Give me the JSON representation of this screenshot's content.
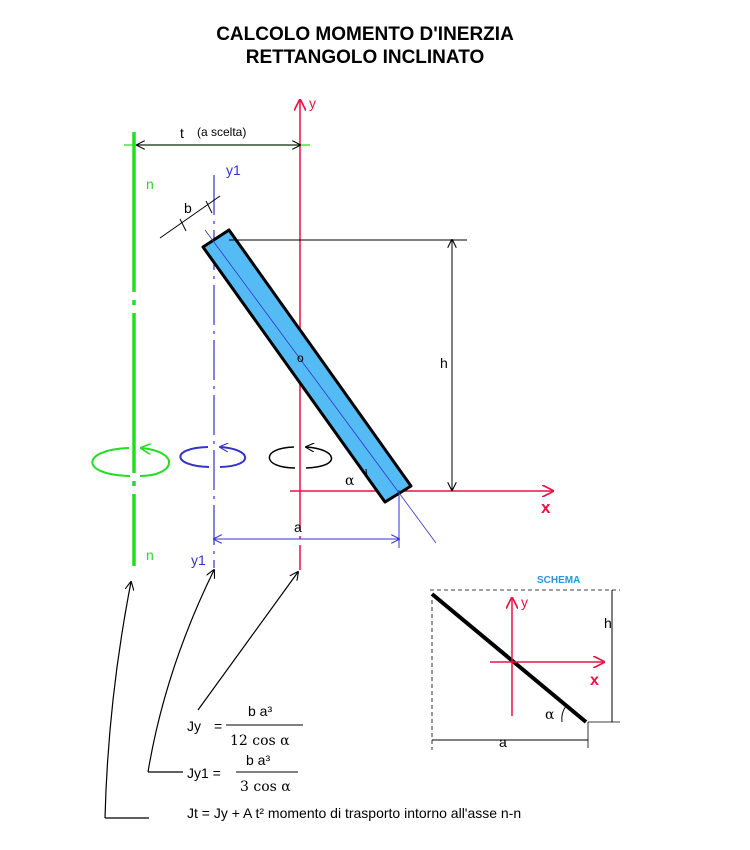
{
  "title": {
    "line1": "CALCOLO MOMENTO D'INERZIA",
    "line2": "RETTANGOLO INCLINATO"
  },
  "labels": {
    "t": "t",
    "t_note": "(a scelta)",
    "y": "y",
    "x": "x",
    "y1_top": "y1",
    "y1_bottom": "y1",
    "n_top": "n",
    "n_bottom": "n",
    "b": "b",
    "h": "h",
    "a": "a",
    "alpha": "α",
    "centroid": "o"
  },
  "formulas": {
    "jy_lhs": "Jy",
    "jy_eq": "=",
    "jy_num": "b a³",
    "jy_den": "12  cos α",
    "jy1_lhs": "Jy1 =",
    "jy1_num": "b a³",
    "jy1_den": "3 cos α",
    "jt": "Jt = Jy + A t²   momento di trasporto intorno all'asse n-n"
  },
  "schema": {
    "title": "SCHEMA",
    "y": "y",
    "x": "x",
    "h": "h",
    "a": "a",
    "alpha": "α"
  },
  "colors": {
    "green": "#22dd22",
    "blue": "#3333cc",
    "red": "#ee1144",
    "fill": "#55bbf5",
    "schema_title": "#2299dd"
  }
}
